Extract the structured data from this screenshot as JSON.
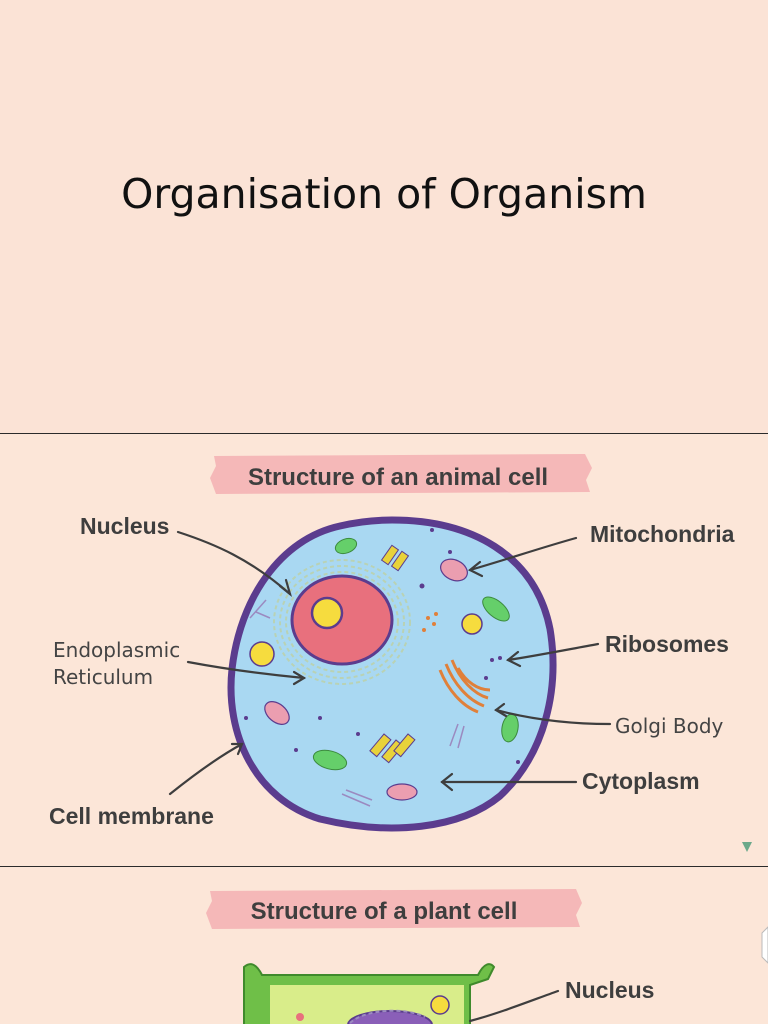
{
  "slide1": {
    "title": "Organisation of Organism"
  },
  "animal_cell": {
    "heading": "Structure of an animal cell",
    "labels": {
      "nucleus": "Nucleus",
      "mitochondria": "Mitochondria",
      "er_line1": "Endoplasmic",
      "er_line2": "Reticulum",
      "ribosomes": "Ribosomes",
      "golgi": "Golgi Body",
      "cytoplasm": "Cytoplasm",
      "membrane": "Cell membrane"
    }
  },
  "plant_cell": {
    "heading": "Structure of a plant cell",
    "labels": {
      "nucleus": "Nucleus"
    }
  },
  "colors": {
    "cytoplasm": "#a9d8f2",
    "membrane": "#5b3c8e",
    "nucleus": "#e8707d",
    "nucleolus": "#f6dc3e",
    "heading_band": "#f5b8b8",
    "plant_wall": "#6fbf48"
  }
}
